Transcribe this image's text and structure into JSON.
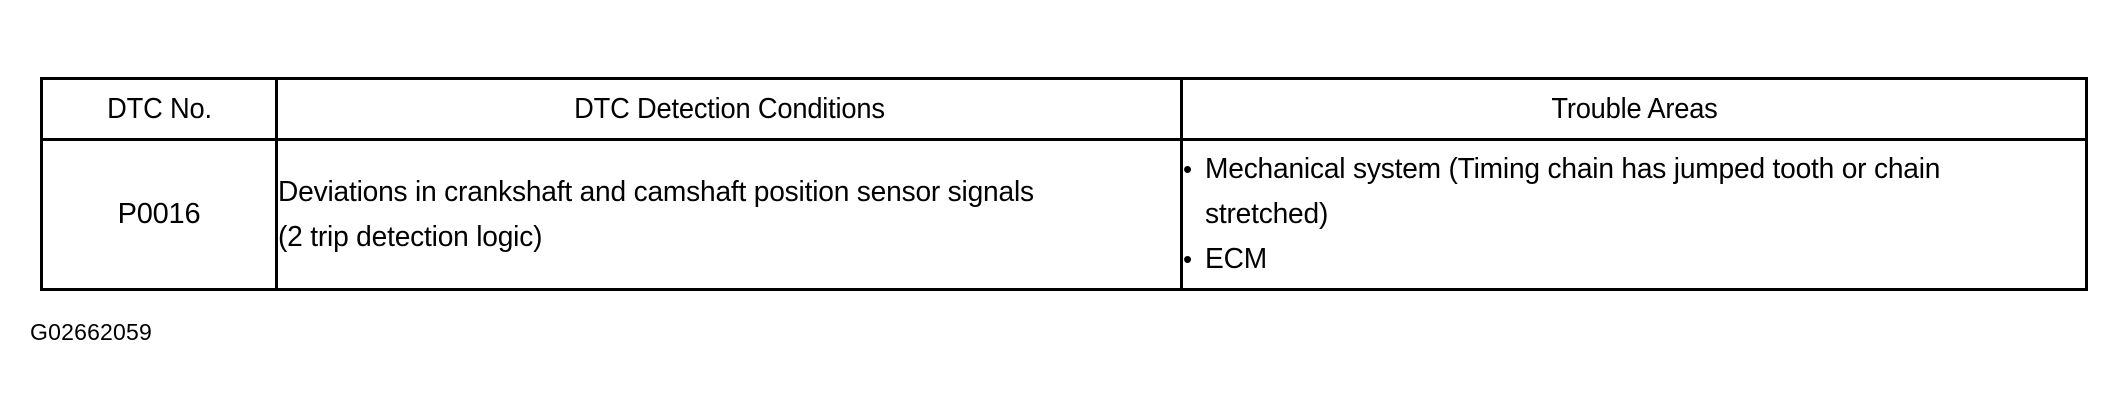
{
  "document": {
    "figure_id": "G02662059"
  },
  "table": {
    "columns": [
      {
        "key": "dtc_no",
        "header": "DTC No."
      },
      {
        "key": "detection_conditions",
        "header": "DTC Detection Conditions"
      },
      {
        "key": "trouble_areas",
        "header": "Trouble Areas"
      }
    ],
    "rows": [
      {
        "dtc_no": "P0016",
        "detection_conditions": {
          "line1": "Deviations in crankshaft and camshaft position sensor signals",
          "line2": "(2 trip detection logic)"
        },
        "trouble_areas": {
          "bullet_glyph": "•",
          "items": [
            {
              "text": "Mechanical system (Timing chain has jumped tooth or chain",
              "continuation": "stretched)"
            },
            {
              "text": "ECM",
              "continuation": ""
            }
          ]
        }
      }
    ]
  },
  "colors": {
    "ink": "#000000",
    "paper": "#ffffff"
  }
}
